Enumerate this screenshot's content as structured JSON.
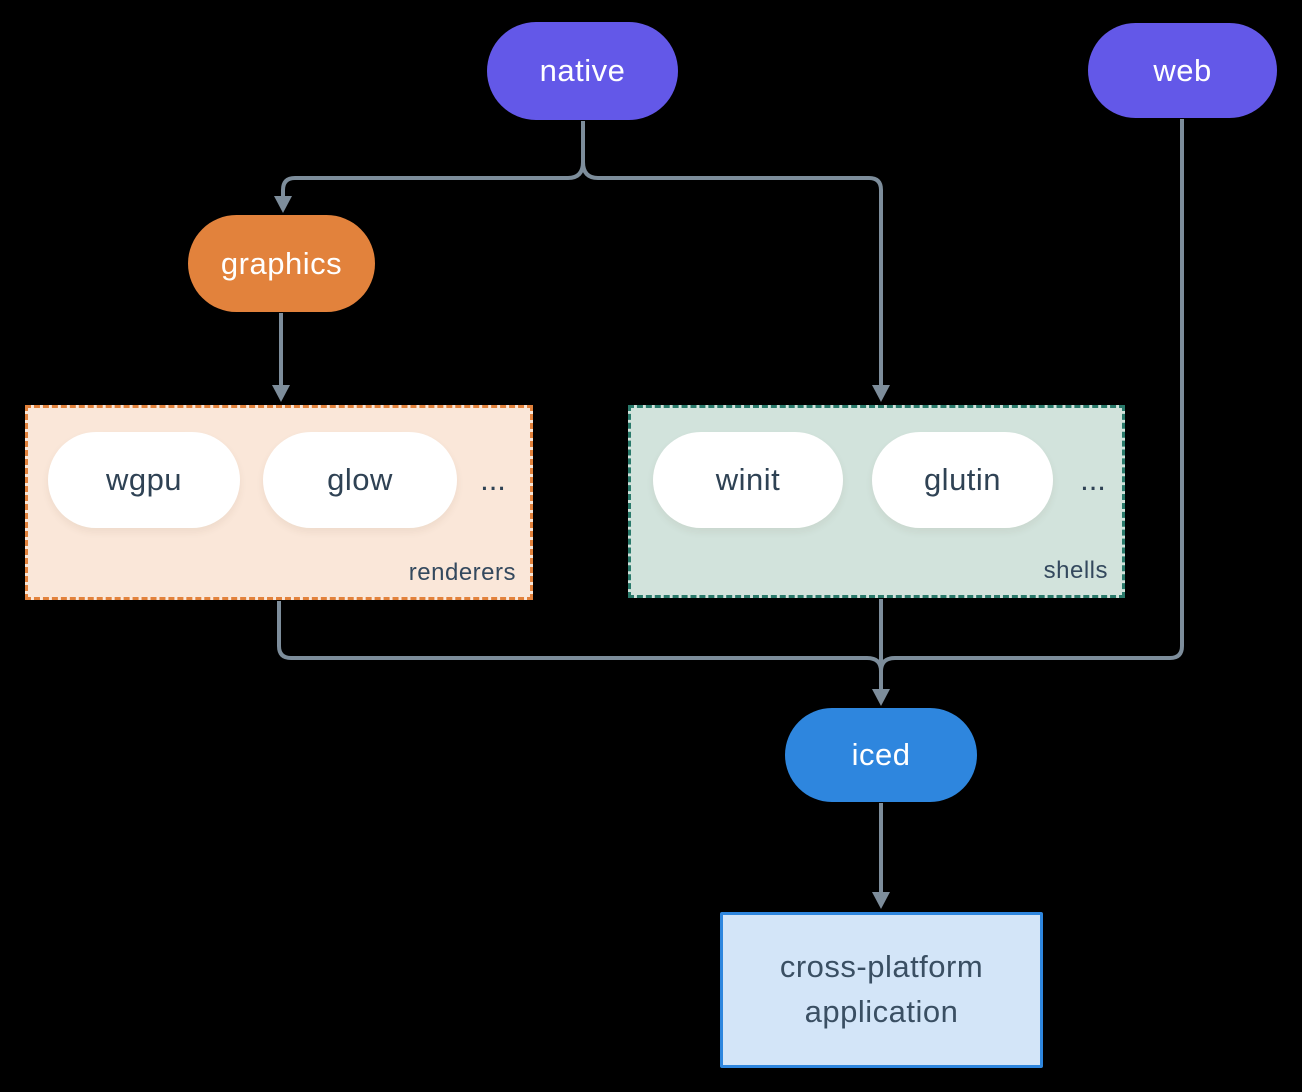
{
  "diagram": {
    "nodes": {
      "native": {
        "label": "native"
      },
      "web": {
        "label": "web"
      },
      "graphics": {
        "label": "graphics"
      },
      "iced": {
        "label": "iced"
      },
      "app": {
        "lines": [
          "cross-platform",
          "application"
        ]
      }
    },
    "groups": {
      "renderers": {
        "label": "renderers",
        "items": [
          "wgpu",
          "glow"
        ],
        "ellipsis": "..."
      },
      "shells": {
        "label": "shells",
        "items": [
          "winit",
          "glutin"
        ],
        "ellipsis": "..."
      }
    },
    "colors": {
      "background": "#000000",
      "purple_node": "#6358E8",
      "orange_node": "#E2823C",
      "blue_node": "#2E86DE",
      "white_node": "#FFFFFF",
      "renderers_fill": "#FAE7D9",
      "renderers_border": "#E2823C",
      "shells_fill": "#D2E3DC",
      "shells_border": "#2A7A6B",
      "app_fill": "#D3E5F8",
      "app_border": "#2E86DE",
      "dark_text": "#2F4254",
      "label_text": "#34495E",
      "edge_line": "#7D8D9B"
    }
  }
}
